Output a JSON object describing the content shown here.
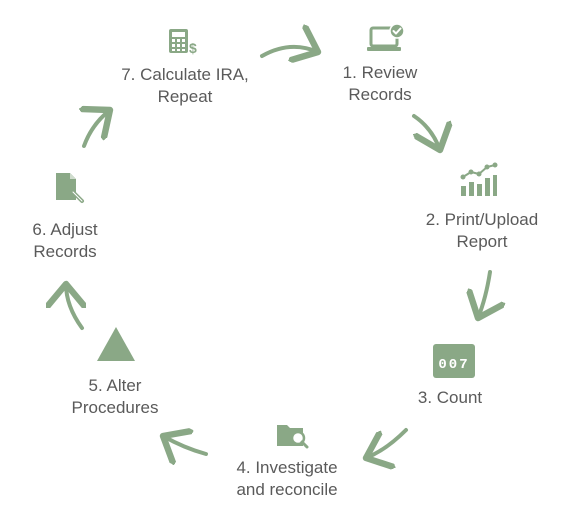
{
  "diagram": {
    "accent_color": "#8aa886",
    "text_color": "#5a5a5a",
    "steps": [
      {
        "label_line1": "1. Review",
        "label_line2": "Records",
        "icon": "laptop-check-icon"
      },
      {
        "label_line1": "2. Print/Upload",
        "label_line2": "Report",
        "icon": "bar-chart-trend-icon"
      },
      {
        "label_line1": "3. Count",
        "label_line2": "",
        "icon": "counter-display-icon"
      },
      {
        "label_line1": "4. Investigate",
        "label_line2": "and reconcile",
        "icon": "folder-search-icon"
      },
      {
        "label_line1": "5. Alter",
        "label_line2": "Procedures",
        "icon": "triangle-icon"
      },
      {
        "label_line1": "6. Adjust",
        "label_line2": "Records",
        "icon": "document-edit-icon"
      },
      {
        "label_line1": "7. Calculate IRA,",
        "label_line2": "Repeat",
        "icon": "calculator-dollar-icon"
      }
    ],
    "counter_digits": "007"
  }
}
